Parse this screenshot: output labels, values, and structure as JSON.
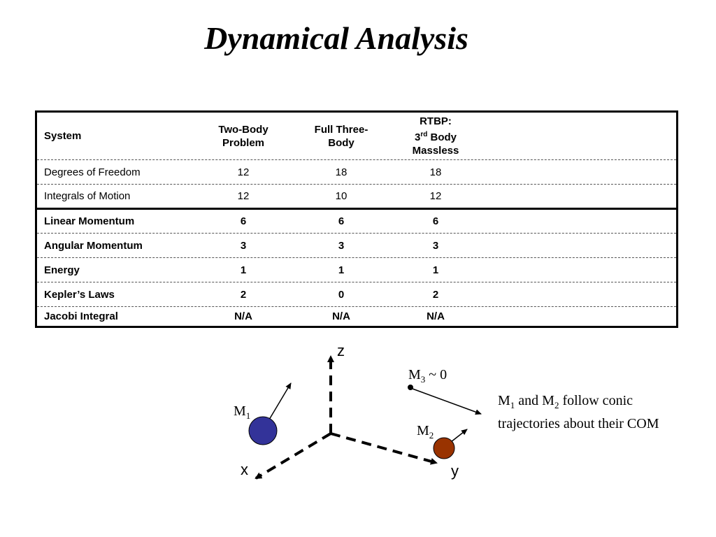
{
  "title": "Dynamical Analysis",
  "table": {
    "header": {
      "system": "System",
      "col1_line1": "Two-Body",
      "col1_line2": "Problem",
      "col2_line1": "Full Three-",
      "col2_line2": "Body",
      "col3_line1": "RTBP:",
      "col3_line2_num": "3",
      "col3_line2_sup": "rd",
      "col3_line2_rest": " Body",
      "col3_line3": "Massless"
    },
    "rows": [
      {
        "label": "Degrees of Freedom",
        "c1": "12",
        "c2": "18",
        "c3": "18"
      },
      {
        "label": "Integrals of Motion",
        "c1": "12",
        "c2": "10",
        "c3": "12"
      },
      {
        "label": "Linear Momentum",
        "c1": "6",
        "c2": "6",
        "c3": "6"
      },
      {
        "label": "Angular Momentum",
        "c1": "3",
        "c2": "3",
        "c3": "3"
      },
      {
        "label": "Energy",
        "c1": "1",
        "c2": "1",
        "c3": "1"
      },
      {
        "label": "Kepler’s Laws",
        "c1": "2",
        "c2": "0",
        "c3": "2"
      },
      {
        "label": "Jacobi Integral",
        "c1": "N/A",
        "c2": "N/A",
        "c3": "N/A"
      }
    ]
  },
  "diagram": {
    "axis_z": "z",
    "axis_x": "x",
    "axis_y": "y",
    "m1_base": "M",
    "m1_sub": "1",
    "m2_base": "M",
    "m2_sub": "2",
    "m3_base": "M",
    "m3_sub": "3",
    "m3_rest": " ~ 0",
    "m1_color": "#333399",
    "m2_color": "#993300"
  },
  "note": {
    "p1": "M",
    "s1": "1",
    "p2": " and M",
    "s2": "2",
    "p3": " follow conic trajectories about their COM"
  }
}
